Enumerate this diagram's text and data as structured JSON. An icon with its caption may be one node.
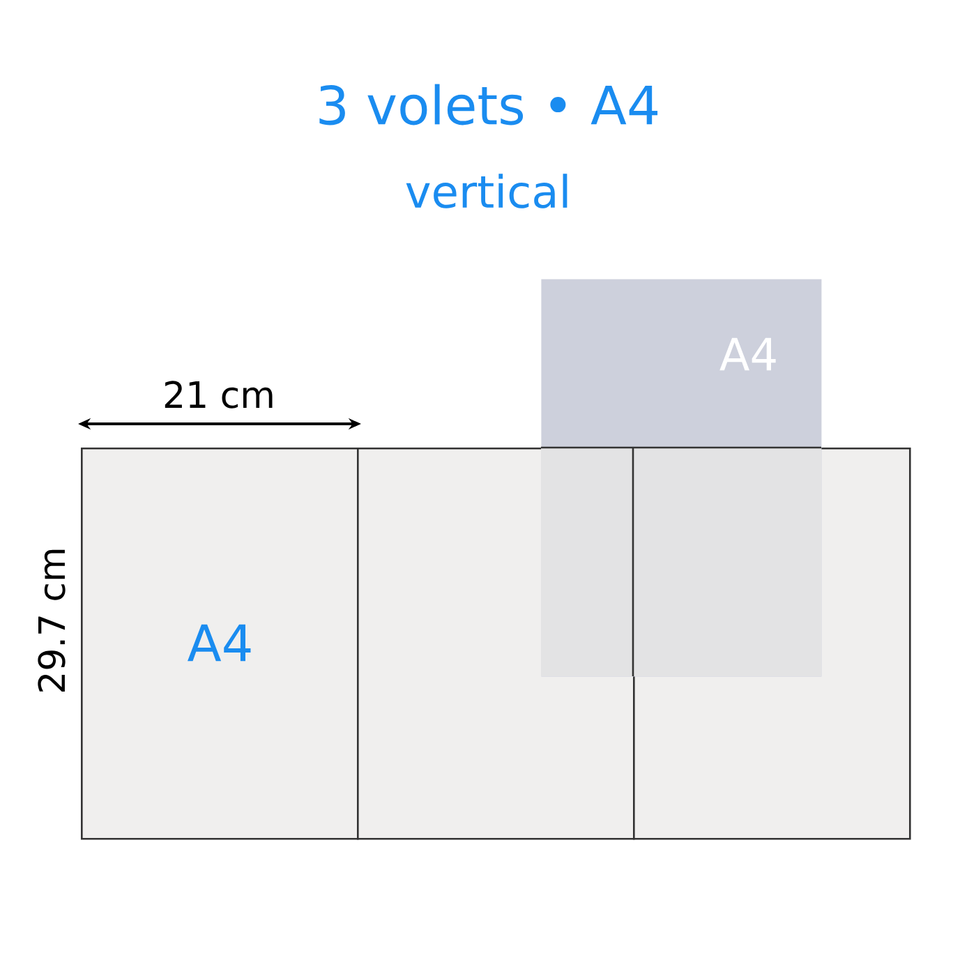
{
  "diagram": {
    "title": "3 volets • A4",
    "nodes": [
      {
        "text": [
          "A4"
        ]
      },
      {
        "text": [],
        "shape": "box"
      },
      {
        "text": [],
        "shape": "box"
      },
      {
        "text": [
          "A4"
        ]
      }
    ],
    "labels": [
      "vertical",
      "21 cm",
      "29.7 cm"
    ]
  }
}
